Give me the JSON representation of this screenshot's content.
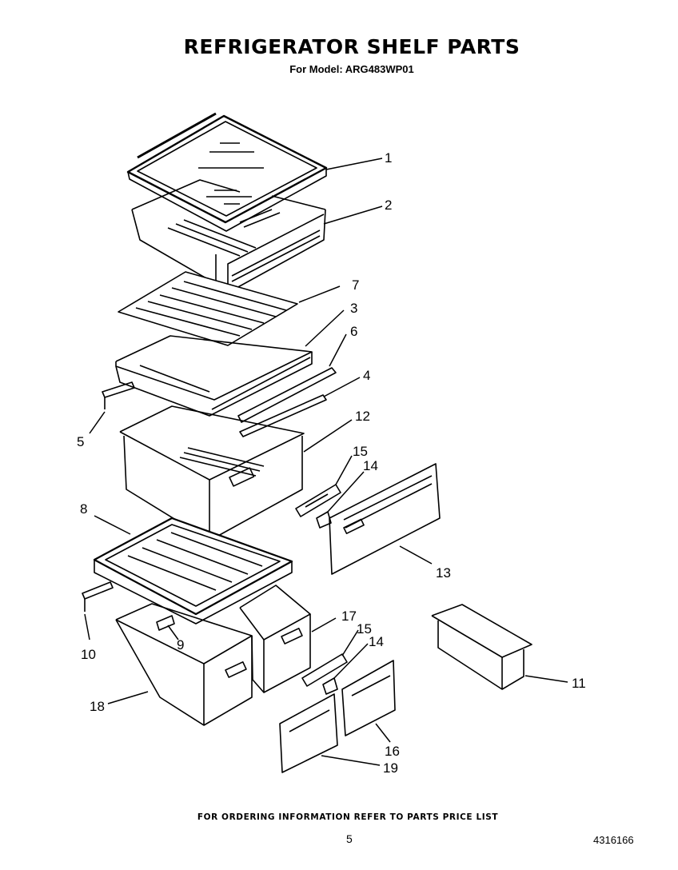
{
  "title": "REFRIGERATOR SHELF PARTS",
  "subtitle": "For Model: ARG483WP01",
  "footer_note": "FOR ORDERING INFORMATION REFER TO PARTS PRICE LIST",
  "page_number": "5",
  "document_number": "4316166",
  "callouts": {
    "c1": "1",
    "c2": "2",
    "c7": "7",
    "c3": "3",
    "c6": "6",
    "c4": "4",
    "c5": "5",
    "c12": "12",
    "c15a": "15",
    "c14a": "14",
    "c8": "8",
    "c13": "13",
    "c11": "11",
    "c10": "10",
    "c9": "9",
    "c17": "17",
    "c15b": "15",
    "c14b": "14",
    "c18": "18",
    "c16": "16",
    "c19": "19"
  }
}
